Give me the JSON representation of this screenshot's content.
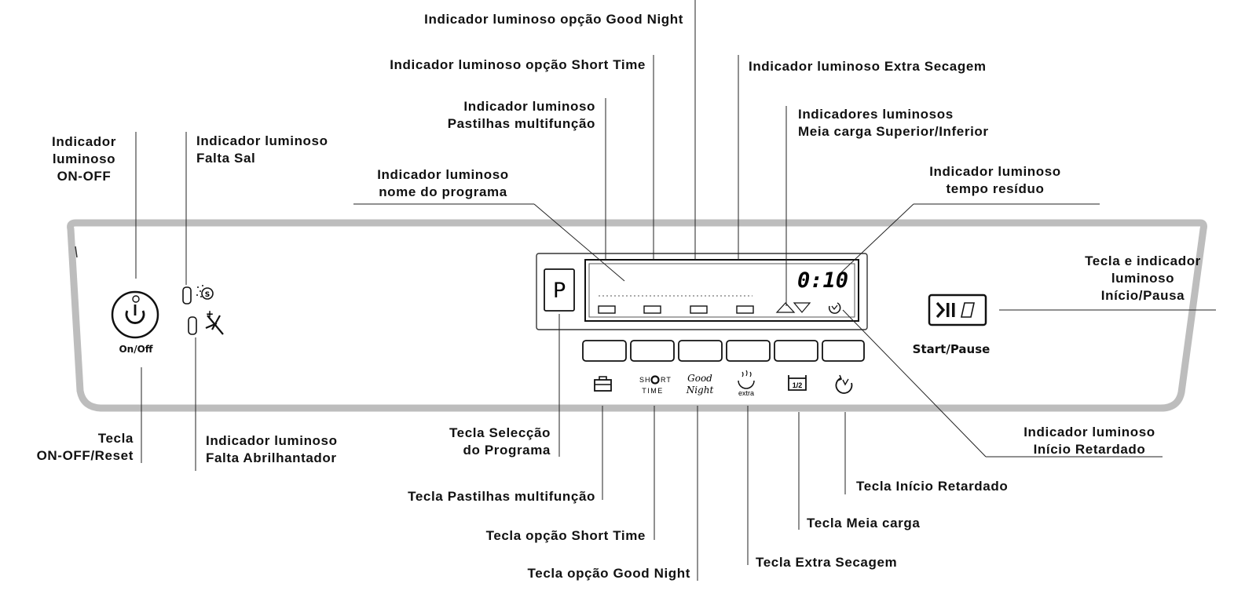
{
  "panel": {
    "power_caption": "On/Off",
    "program_key": "P",
    "time_display": "0:10",
    "start_caption": "Start/Pause",
    "short_top": "SH",
    "short_top2": "RT",
    "short_bottom": "TIME",
    "good_night_1": "Good",
    "good_night_2": "Night",
    "extra_text": "extra",
    "half_text": "1/2"
  },
  "callouts": {
    "on_off_indicator_l1": "Indicador",
    "on_off_indicator_l2": "luminoso",
    "on_off_indicator_l3": "ON-OFF",
    "salt_l1": "Indicador luminoso",
    "salt_l2": "Falta Sal",
    "good_night_ind": "Indicador luminoso opção Good Night",
    "short_time_ind": "Indicador luminoso opção Short Time",
    "tablets_ind_l1": "Indicador luminoso",
    "tablets_ind_l2": "Pastilhas multifunção",
    "program_name_l1": "Indicador luminoso",
    "program_name_l2": "nome do programa",
    "extra_dry_ind": "Indicador luminoso Extra Secagem",
    "half_load_ind_l1": "Indicadores luminosos",
    "half_load_ind_l2": "Meia carga Superior/Inferior",
    "residual_l1": "Indicador luminoso",
    "residual_l2": "tempo resíduo",
    "start_ind_l1": "Tecla e indicador",
    "start_ind_l2": "luminoso",
    "start_ind_l3": "Início/Pausa",
    "reset_key_l1": "Tecla",
    "reset_key_l2": "ON-OFF/Reset",
    "rinse_l1": "Indicador luminoso",
    "rinse_l2": "Falta Abrilhantador",
    "prog_sel_l1": "Tecla Selecção",
    "prog_sel_l2": "do Programa",
    "tablets_key": "Tecla Pastilhas multifunção",
    "short_time_key": "Tecla opção Short Time",
    "good_night_key": "Tecla opção Good Night",
    "extra_dry_key": "Tecla Extra Secagem",
    "half_load_key": "Tecla Meia carga",
    "delay_key": "Tecla Início Retardado",
    "delay_ind_l1": "Indicador luminoso",
    "delay_ind_l2": "Início Retardado"
  }
}
